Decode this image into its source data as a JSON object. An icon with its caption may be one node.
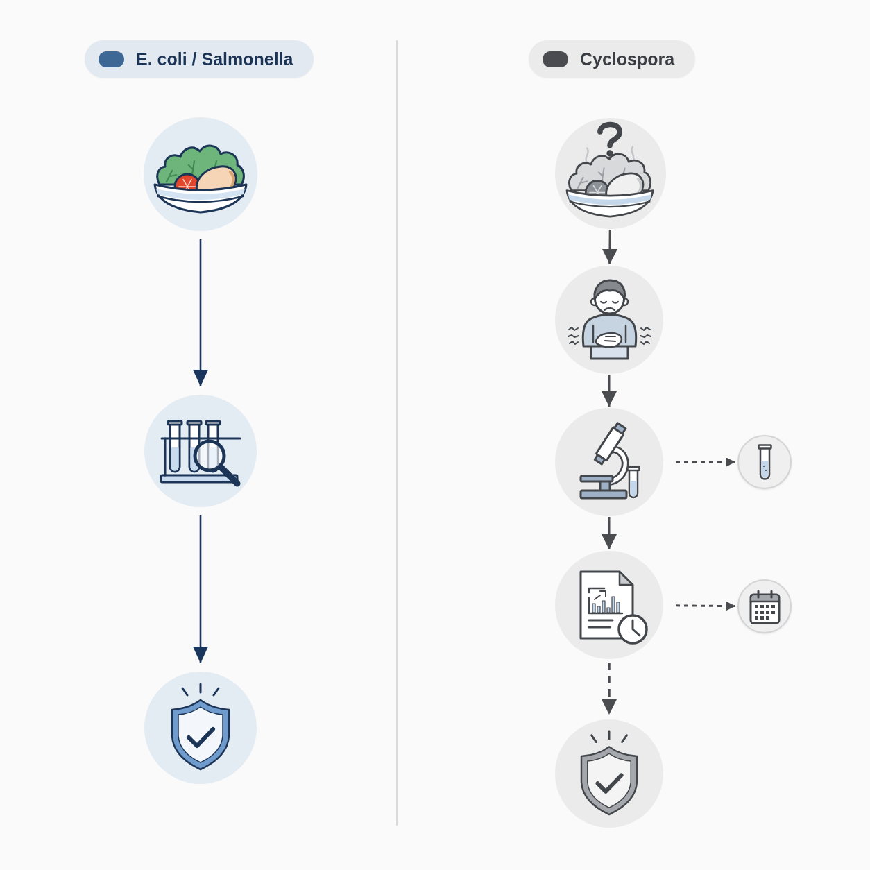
{
  "diagram": {
    "nodes": [
      {
        "text": [],
        "shape": "picture"
      },
      {
        "text": [],
        "shape": "picture"
      },
      {
        "text": [],
        "shape": "picture"
      },
      {
        "text": [],
        "shape": "picture"
      },
      {
        "text": [],
        "shape": "picture"
      },
      {
        "text": [],
        "shape": "picture"
      },
      {
        "text": [],
        "shape": "picture"
      },
      {
        "text": [],
        "shape": "picture"
      },
      {
        "text": [],
        "shape": "picture"
      },
      {
        "text": [],
        "shape": "picture"
      }
    ],
    "edges": [
      {
        "from": 0,
        "to": 1,
        "arrow": "to",
        "color": "#1b365d"
      },
      {
        "from": 1,
        "to": 2,
        "arrow": "to",
        "color": "#1b365d"
      },
      {
        "from": 3,
        "to": 4,
        "arrow": "to"
      },
      {
        "from": 4,
        "to": 5,
        "arrow": "to"
      },
      {
        "from": 5,
        "to": 6,
        "arrow": "to",
        "style": "dashed"
      },
      {
        "from": 5,
        "to": 7,
        "arrow": "to"
      },
      {
        "from": 7,
        "to": 8,
        "arrow": "to",
        "style": "dashed"
      },
      {
        "from": 7,
        "to": 9,
        "arrow": "to",
        "style": "dashed"
      }
    ],
    "legend": [
      {
        "text": "E. coli / Salmonella",
        "color": "#3d6896"
      },
      {
        "text": "Cyclospora",
        "color": "#4a4c50"
      }
    ]
  }
}
